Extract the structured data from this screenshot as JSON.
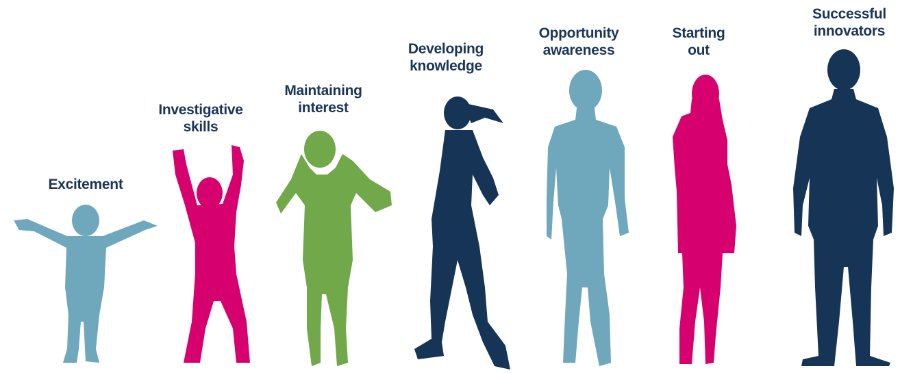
{
  "colors": {
    "light_blue": "#6fa7bd",
    "magenta": "#d6006f",
    "green": "#70a84a",
    "navy": "#163556"
  },
  "stages": [
    {
      "line1": "Excitement",
      "line2": "",
      "color": "light_blue",
      "figure": "child-arms-out"
    },
    {
      "line1": "Investigative",
      "line2": "skills",
      "color": "magenta",
      "figure": "boy-arms-up"
    },
    {
      "line1": "Maintaining",
      "line2": "interest",
      "color": "green",
      "figure": "teen-headphones"
    },
    {
      "line1": "Developing",
      "line2": "knowledge",
      "color": "navy",
      "figure": "young-woman-walking"
    },
    {
      "line1": "Opportunity",
      "line2": "awareness",
      "color": "light_blue",
      "figure": "young-man-standing"
    },
    {
      "line1": "Starting",
      "line2": "out",
      "color": "magenta",
      "figure": "woman-standing"
    },
    {
      "line1": "Successful",
      "line2": "innovators",
      "color": "navy",
      "figure": "man-in-suit"
    }
  ]
}
